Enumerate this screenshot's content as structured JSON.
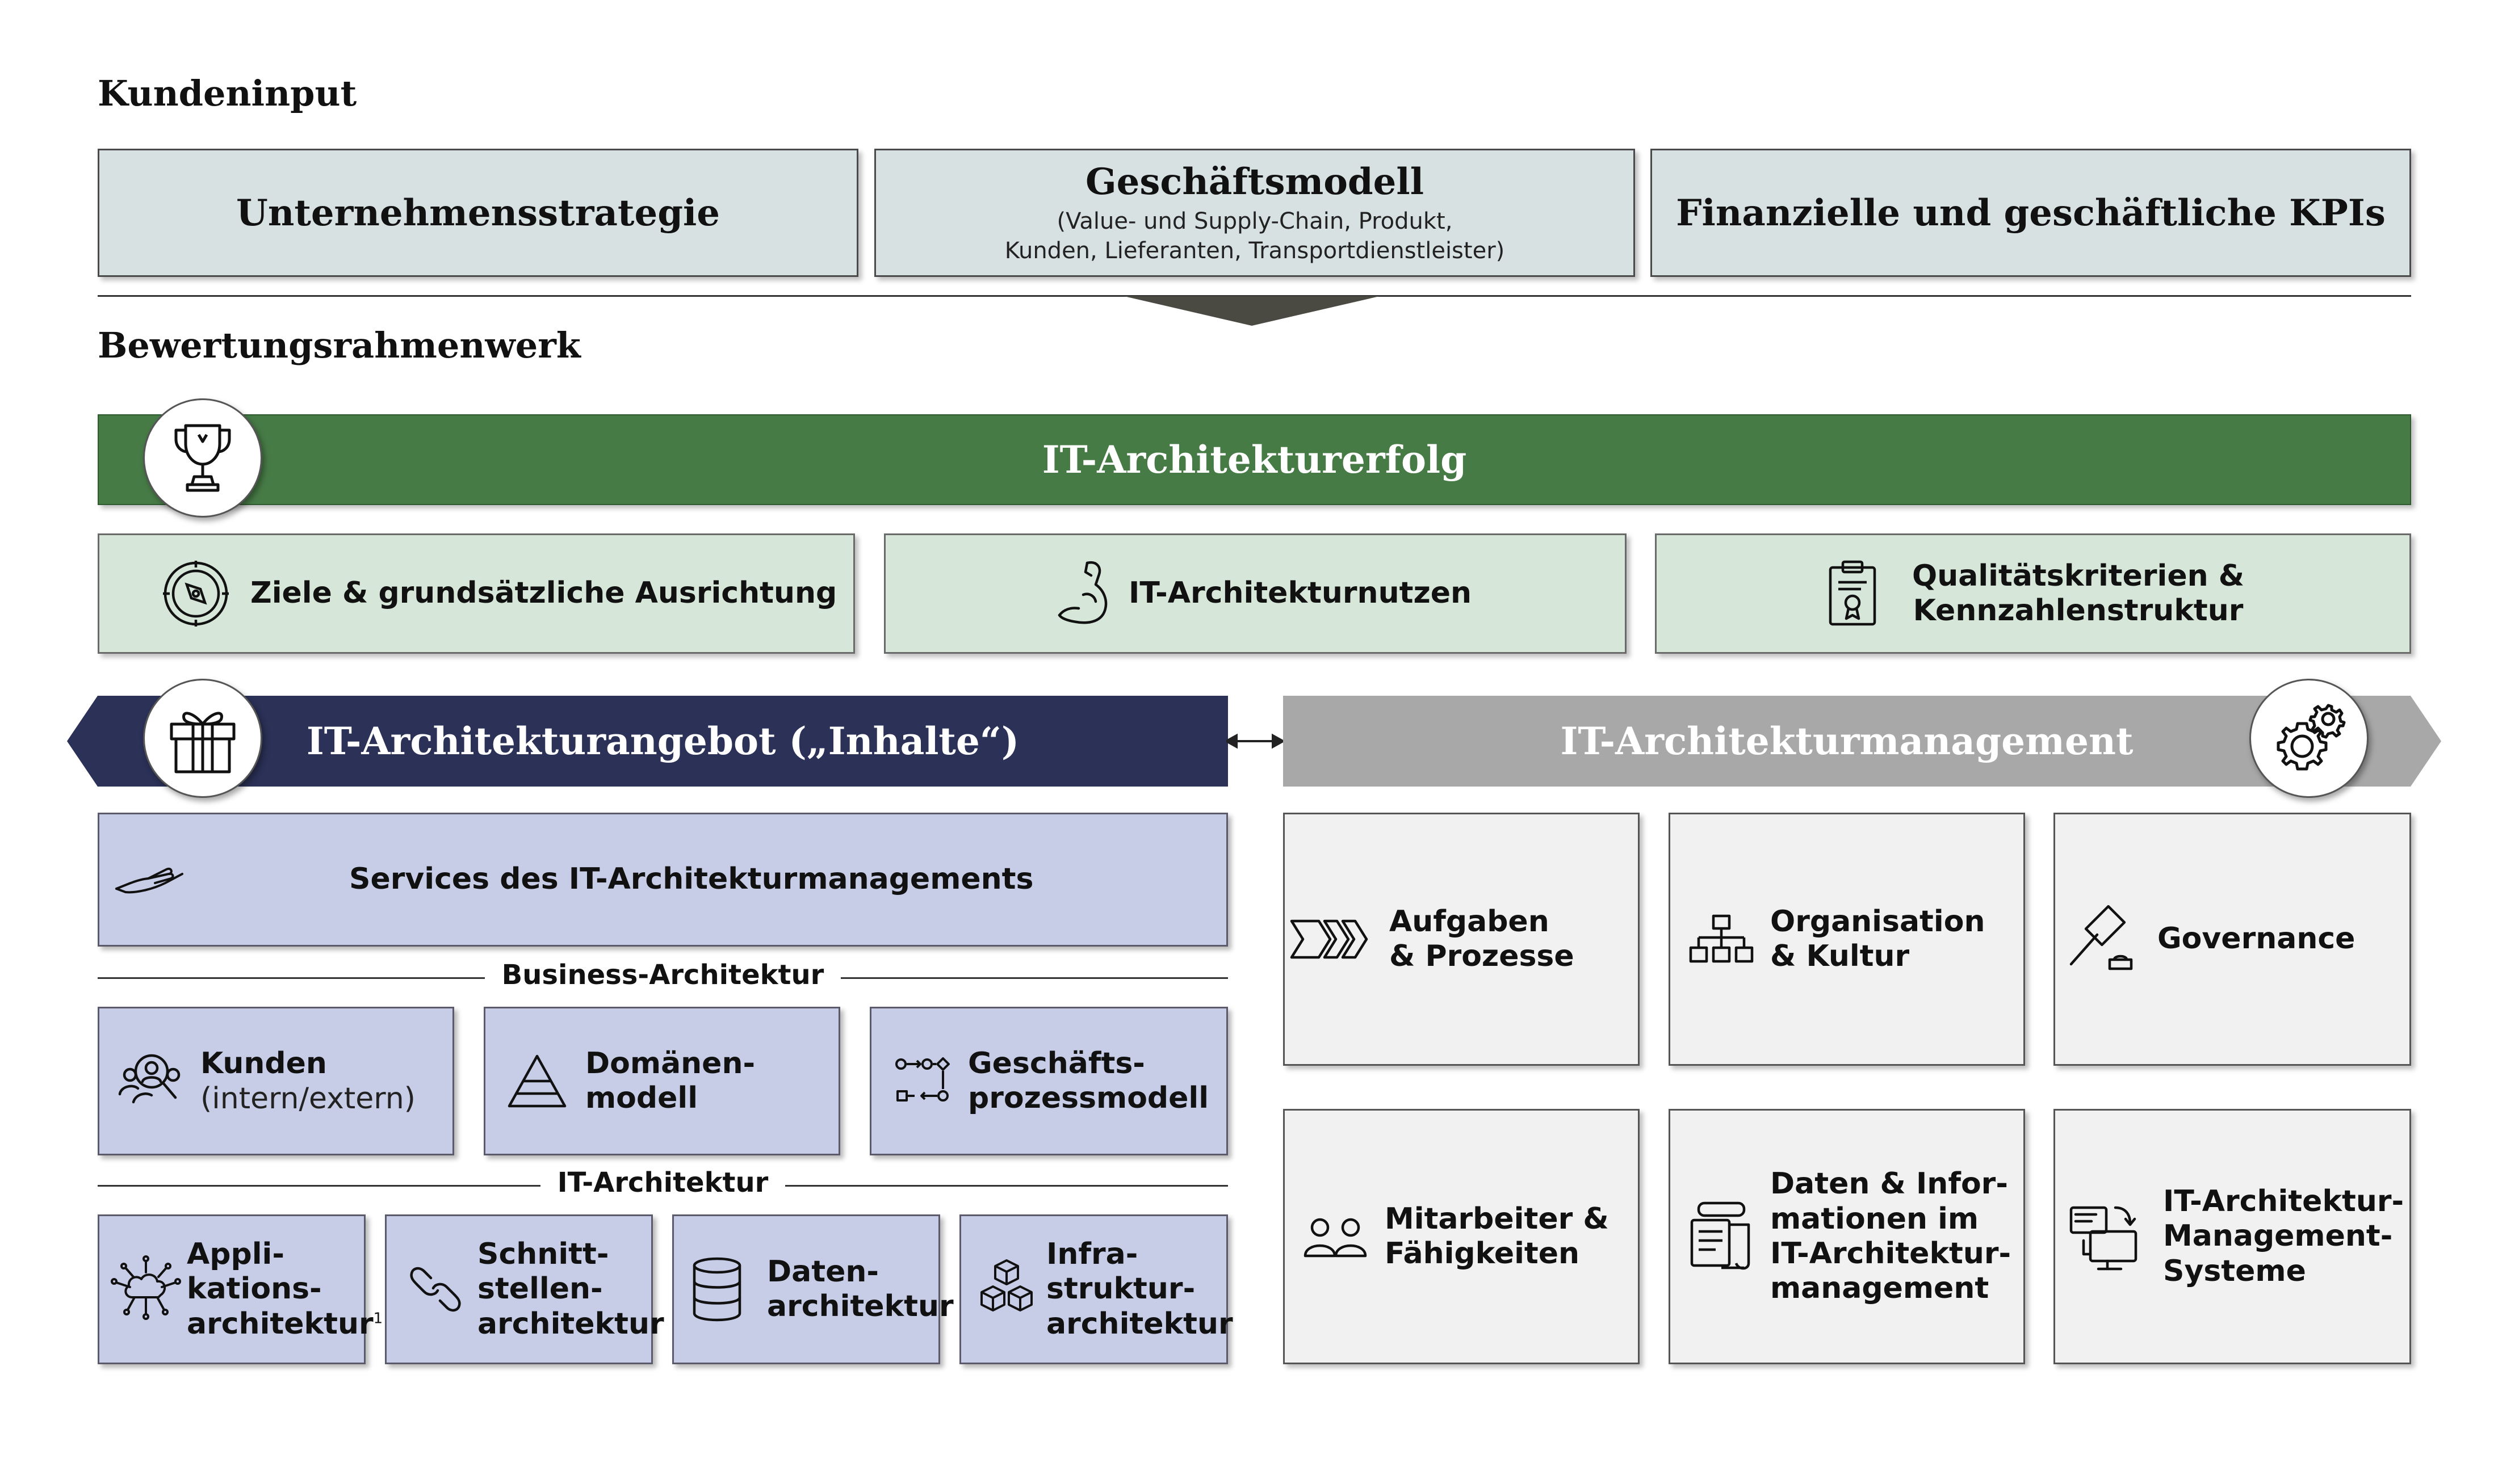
{
  "sections": {
    "kundeninput": "Kundeninput",
    "bewertung": "Bewertungsrahmenwerk"
  },
  "kundeninput": {
    "box1": "Unternehmensstrategie",
    "box2_title": "Geschäftsmodell",
    "box2_sub1": "(Value- und Supply-Chain, Produkt,",
    "box2_sub2": "Kunden, Lieferanten, Transportdienstleister)",
    "box3": "Finanzielle und geschäftliche KPIs"
  },
  "erfolg": {
    "title": "IT-Architekturerfolg",
    "item1": "Ziele & grundsätzliche Ausrichtung",
    "item2": "IT-Architekturnutzen",
    "item3_l1": "Qualitätskriterien &",
    "item3_l2": "Kennzahlenstruktur"
  },
  "angebot": {
    "title": "IT-Architekturangebot („Inhalte“)",
    "services": "Services des IT-Architekturmanagements",
    "business_label": "Business-Architektur",
    "kunden_l1": "Kunden",
    "kunden_l2": "(intern/extern)",
    "domaenen_l1": "Domänen-",
    "domaenen_l2": "modell",
    "gp_l1": "Geschäfts-",
    "gp_l2": "prozessmodell",
    "it_label": "IT-Architektur",
    "app_l1": "Appli-",
    "app_l2": "kations-",
    "app_l3": "architektur",
    "app_sup": "1",
    "schnitt_l1": "Schnitt-",
    "schnitt_l2": "stellen-",
    "schnitt_l3": "architektur",
    "daten_l1": "Daten-",
    "daten_l2": "architektur",
    "infra_l1": "Infra-",
    "infra_l2": "struktur-",
    "infra_l3": "architektur"
  },
  "management": {
    "title": "IT-Architekturmanagement",
    "aufgaben_l1": "Aufgaben",
    "aufgaben_l2": "& Prozesse",
    "org_l1": "Organisation",
    "org_l2": "& Kultur",
    "governance": "Governance",
    "mit_l1": "Mitarbeiter &",
    "mit_l2": "Fähigkeiten",
    "daten_l1": "Daten & Infor-",
    "daten_l2": "mationen im",
    "daten_l3": "IT-Architektur-",
    "daten_l4": "management",
    "sys_l1": "IT-Architektur-",
    "sys_l2": "Management-",
    "sys_l3": "Systeme"
  },
  "colors": {
    "green": "#477b46",
    "light_green": "#d6e6d8",
    "navy": "#2b3157",
    "lavender": "#c8cde7",
    "gray_bar": "#a8a8a8",
    "light_gray": "#f1f1f1",
    "input_box": "#d8e1e2"
  },
  "icons": [
    "trophy-icon",
    "compass-icon",
    "muscle-arm-icon",
    "certificate-clipboard-icon",
    "gift-icon",
    "gears-icon",
    "hand-icon",
    "customers-search-icon",
    "pyramid-icon",
    "process-model-icon",
    "cloud-network-icon",
    "chain-link-icon",
    "database-icon",
    "cubes-icon",
    "chevrons-icon",
    "org-chart-icon",
    "gavel-icon",
    "people-icon",
    "documents-icon",
    "monitor-sync-icon"
  ]
}
